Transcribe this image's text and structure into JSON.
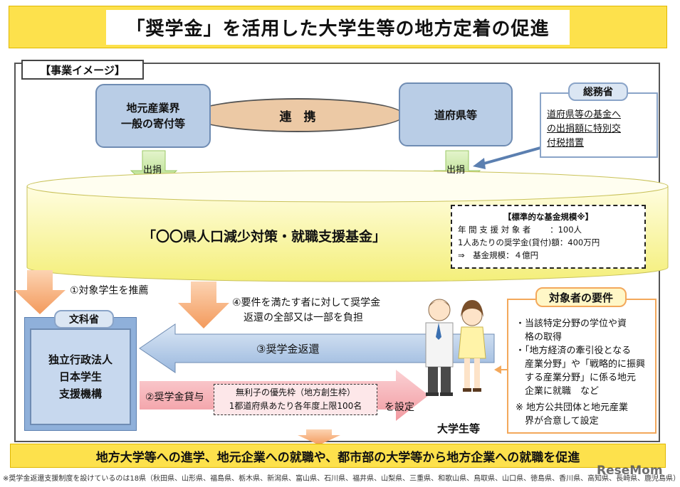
{
  "title": "「奨学金」を活用した大学生等の地方定着の促進",
  "section_tag": "【事業イメージ】",
  "local_industry": {
    "line1": "地元産業界",
    "line2": "一般の寄付等"
  },
  "prefectures": "道府県等",
  "cooperation": "連　携",
  "contribution_left": "出捐",
  "contribution_right": "出捐",
  "mic": {
    "title": "総務省",
    "lines": [
      "道府県等の基金へ",
      "の出捐額に特別交",
      "付税措置"
    ]
  },
  "fund_name": "「〇〇県人口減少対策・就職支援基金」",
  "fund_scale": {
    "title": "【標準的な基金規模※】",
    "line1": "年 間 支 援 対 象 者 　　：100人",
    "line2": "1人あたりの奨学金(貸付)額：400万円",
    "line3": "⇒　基金規模：４億円"
  },
  "step1": "①対象学生を推薦",
  "step4": {
    "line1": "④要件を満たす者に対して奨学金",
    "line2": "返還の全部又は一部を負担"
  },
  "mext": "文科省",
  "jasso": {
    "line1": "独立行政法人",
    "line2": "日本学生",
    "line3": "支援機構"
  },
  "step3": "③奨学金返還",
  "step2": "②奨学金貸与",
  "priority": {
    "line1": "無利子の優先枠（地方創生枠）",
    "line2": "1都道府県あたり各年度上限100名"
  },
  "set_label": "を設定",
  "students": "大学生等",
  "requirements": {
    "title": "対象者の要件",
    "items": [
      "・当該特定分野の学位や資",
      "　格の取得",
      "・「地方経済の牽引役となる",
      "　産業分野」や「戦略的に振興",
      "　する産業分野」に係る地元",
      "　企業に就職　など",
      "※ 地方公共団体と地元産業",
      "　界が合意して設定"
    ]
  },
  "bottom": "地方大学等への進学、地元企業への就職や、都市部の大学等から地方企業への就職を促進",
  "footnote": "※奨学金返還支援制度を設けているのは18県（秋田県、山形県、福島県、栃木県、新潟県、富山県、石川県、福井県、山梨県、三重県、和歌山県、鳥取県、山口県、徳島県、香川県、高知県、長崎県、鹿児島県）",
  "watermark": "ReseMom",
  "colors": {
    "yellow": "#fde14c",
    "blue": "#b9cde6",
    "orange": "#f6a56b",
    "green": "#c6e59c",
    "fund": "#fdfbb0"
  }
}
